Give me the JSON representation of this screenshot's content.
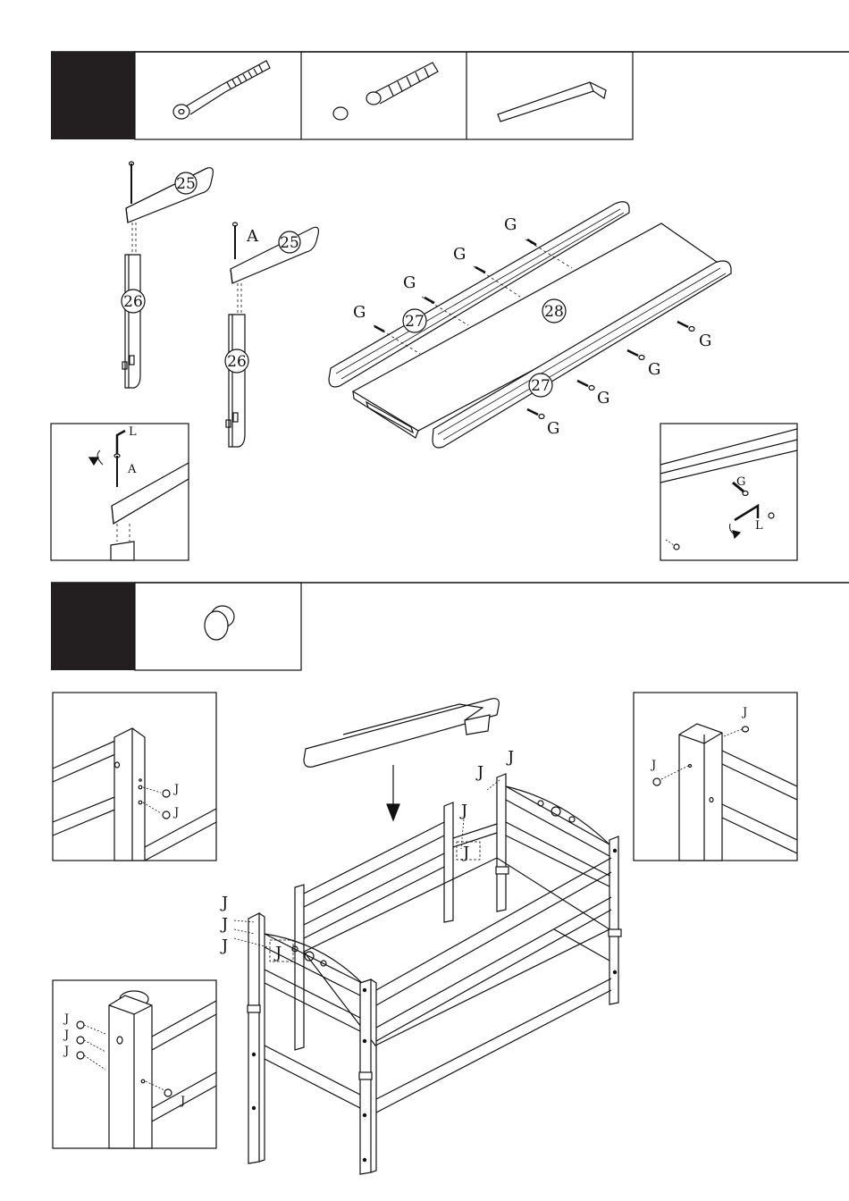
{
  "step1": {
    "hardware_icons": [
      "long-bolt-icon",
      "cam-dowel-icon",
      "allen-key-icon"
    ],
    "parts": {
      "rail_left": "25",
      "post_left": "26",
      "rail_right": "25",
      "post_right": "26",
      "side_rail_back": "27",
      "side_rail_front": "27",
      "slat_panel": "28"
    },
    "labels": {
      "bolt": "A",
      "key": "L",
      "dowel": "G"
    }
  },
  "step2": {
    "hardware_icons": [
      "cap-knob-icon"
    ],
    "labels": {
      "cap": "J"
    }
  },
  "colors": {
    "ink": "#111111",
    "step_block": "#231f20",
    "paper": "#ffffff"
  }
}
